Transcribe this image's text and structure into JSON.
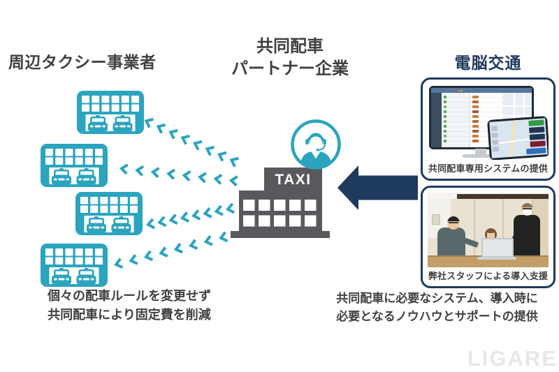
{
  "titles": {
    "left": "周辺タクシー事業者",
    "center_line1": "共同配車",
    "center_line2": "パートナー企業",
    "right": "電脳交通"
  },
  "hq": {
    "sign": "TAXI"
  },
  "right_panels": [
    {
      "caption": "共同配車専用システムの提供"
    },
    {
      "caption": "弊社スタッフによる導入支援"
    }
  ],
  "notes": {
    "left_line1": "個々の配車ルールを変更せず",
    "left_line2": "共同配車により固定費を削減",
    "right_line1": "共同配車に必要なシステム、導入時に",
    "right_line2": "必要となるノウハウとサポートの提供"
  },
  "watermark": {
    "text": "LIGARE"
  },
  "icons": {
    "operator": "headset-operator-icon",
    "garage": "taxi-garage-icon",
    "hq_building": "taxi-office-icon",
    "big_arrow": "arrow-left-icon",
    "flow_arrows": "chevron-dashed-arrow"
  },
  "colors": {
    "teal": "#2BA4BF",
    "navy": "#1E3A5C",
    "building_gray": "#58595C",
    "text_gray": "#3F4042",
    "watermark_gray": "#E7E7E7"
  }
}
